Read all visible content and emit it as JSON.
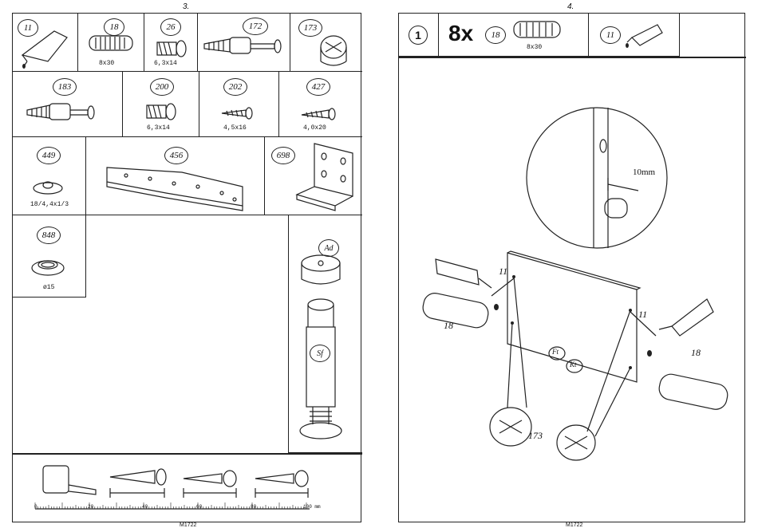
{
  "left_page": {
    "page_number": "3.",
    "code": "M1722",
    "parts": [
      {
        "num": "11",
        "dim": ""
      },
      {
        "num": "18",
        "dim": "8x30"
      },
      {
        "num": "26",
        "dim": "6,3x14"
      },
      {
        "num": "172",
        "dim": ""
      },
      {
        "num": "173",
        "dim": ""
      },
      {
        "num": "183",
        "dim": ""
      },
      {
        "num": "200",
        "dim": "6,3x14"
      },
      {
        "num": "202",
        "dim": "4,5x16"
      },
      {
        "num": "427",
        "dim": "4,0x20"
      },
      {
        "num": "449",
        "dim": "18/4,4x1/3"
      },
      {
        "num": "456",
        "dim": ""
      },
      {
        "num": "698",
        "dim": ""
      },
      {
        "num": "848",
        "dim": "ø15"
      }
    ],
    "leg_labels": {
      "ad": "Ad",
      "sf": "Sf"
    },
    "ruler": {
      "ticks": [
        "0",
        "20",
        "40",
        "60",
        "80",
        "100 mm"
      ]
    }
  },
  "right_page": {
    "page_number": "4.",
    "code": "M1722",
    "step": "1",
    "qty": "8x",
    "header_part": {
      "num": "18",
      "dim": "8x30"
    },
    "glue_part": {
      "num": "11"
    },
    "detail_dim": "10mm",
    "labels": {
      "glue_left": "11",
      "dowel_left": "18",
      "glue_right": "11",
      "dowel_right": "18",
      "panel_ft": "Ft",
      "panel_kt": "Kt",
      "cam": "173"
    }
  }
}
